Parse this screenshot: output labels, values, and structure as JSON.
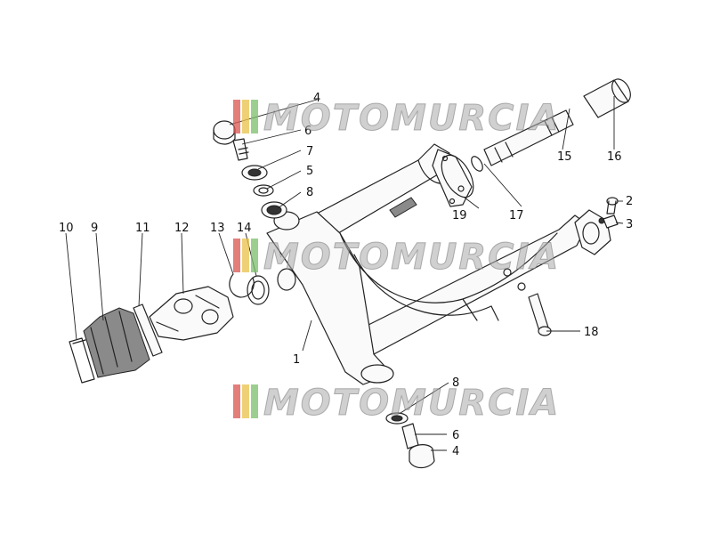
{
  "callouts": {
    "c1": "1",
    "c2": "2",
    "c3": "3",
    "c4_top": "4",
    "c4_bottom": "4",
    "c5": "5",
    "c6_top": "6",
    "c6_bottom": "6",
    "c7": "7",
    "c8_top": "8",
    "c8_bottom": "8",
    "c9": "9",
    "c10": "10",
    "c11": "11",
    "c12": "12",
    "c13": "13",
    "c14": "14",
    "c15": "15",
    "c16": "16",
    "c17": "17",
    "c18": "18",
    "c19": "19"
  },
  "watermark": {
    "text": "MOTOMURCIA",
    "stripe_colors": [
      "#d9534f",
      "#e8c24a",
      "#7bbf6a"
    ]
  }
}
